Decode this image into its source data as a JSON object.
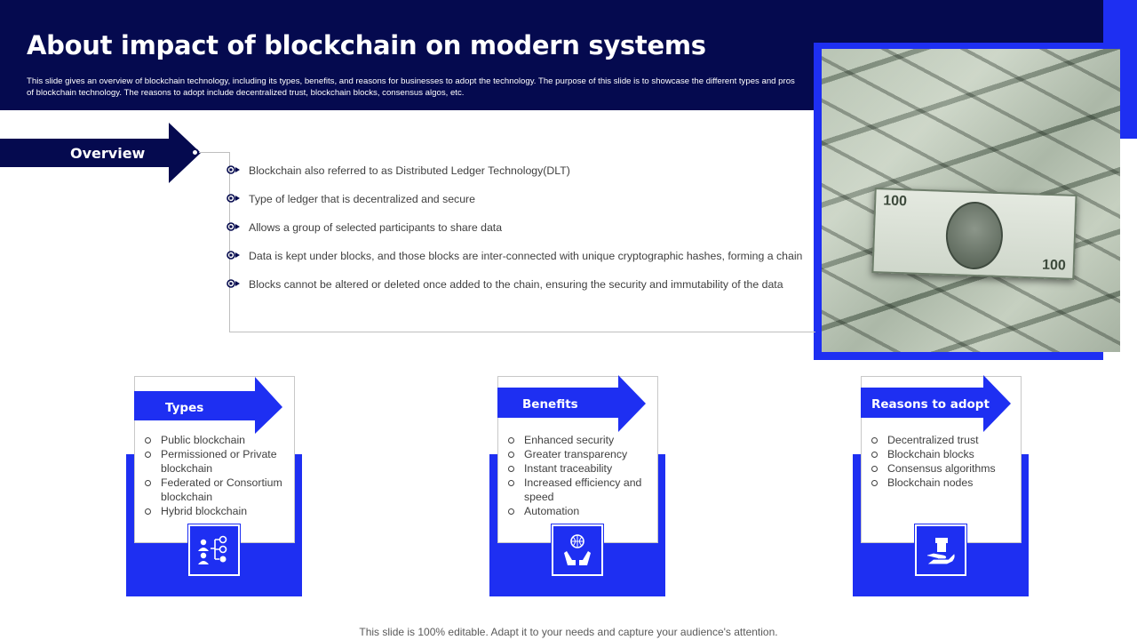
{
  "header": {
    "title": "About impact of blockchain on modern systems",
    "subtitle": "This slide gives an overview of blockchain technology, including its types, benefits, and reasons for businesses to adopt the technology. The purpose of this slide is to showcase the different types and pros of blockchain technology. The reasons to adopt include decentralized trust, blockchain blocks, consensus algos, etc."
  },
  "photo": {
    "bill_number": "100"
  },
  "overview": {
    "label": "Overview",
    "items": [
      "Blockchain also referred  to as Distributed Ledger Technology(DLT)",
      "Type of ledger that is decentralized  and secure",
      "Allows a group  of selected participants to share data",
      "Data is kept under blocks, and those blocks are inter-connected with unique cryptographic hashes, forming a chain",
      "Blocks cannot be altered  or deleted once added to the chain, ensuring the security and immutability of the data"
    ]
  },
  "cards": [
    {
      "title": "Types",
      "icon": "network-users-icon",
      "items": [
        "Public blockchain",
        "Permissioned or Private  blockchain",
        "Federated  or Consortium  blockchain",
        "Hybrid blockchain"
      ]
    },
    {
      "title": "Benefits",
      "icon": "hands-globe-icon",
      "items": [
        "Enhanced security",
        "Greater transparency",
        "Instant traceability",
        "Increased efficiency and speed",
        "Automation"
      ]
    },
    {
      "title": "Reasons to adopt",
      "icon": "hand-block-icon",
      "items": [
        "Decentralized trust",
        "Blockchain blocks",
        "Consensus algorithms",
        "Blockchain nodes"
      ]
    }
  ],
  "footer": {
    "text": "This slide is 100% editable. Adapt it to your needs and capture your audience's attention."
  },
  "colors": {
    "navy": "#050a4f",
    "accent_blue": "#1e2ff2"
  }
}
